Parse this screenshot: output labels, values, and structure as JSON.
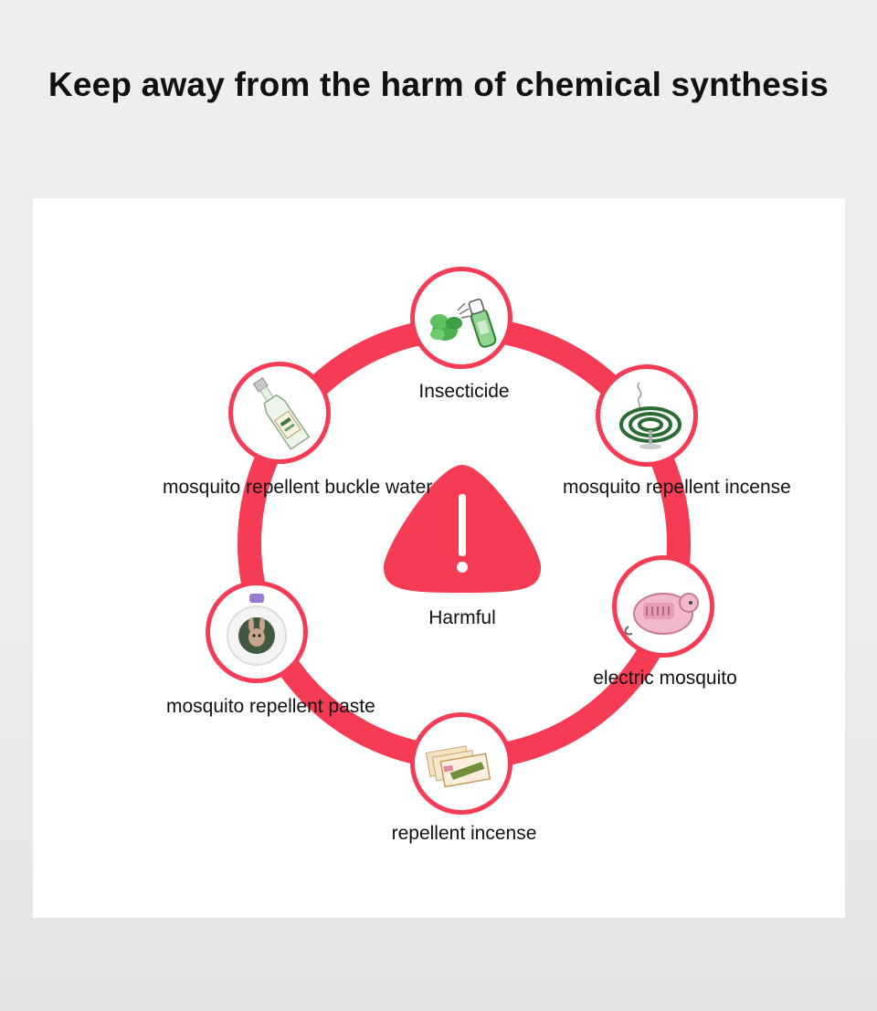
{
  "title": "Keep away from the harm of chemical synthesis",
  "center": {
    "label": "Harmful",
    "icon": "warning-icon"
  },
  "colors": {
    "accent": "#f63b55",
    "background": "#eeeeee",
    "panel": "#ffffff"
  },
  "items": [
    {
      "label": "Insecticide",
      "icon": "spray-bottle-icon"
    },
    {
      "label": "mosquito repellent incense",
      "icon": "coil-incense-icon"
    },
    {
      "label": "electric mosquito",
      "icon": "electric-repeller-icon"
    },
    {
      "label": "repellent incense",
      "icon": "incense-sheet-icon"
    },
    {
      "label": "mosquito repellent paste",
      "icon": "patch-icon"
    },
    {
      "label": "mosquito repellent buckle water",
      "icon": "floral-water-bottle-icon"
    }
  ]
}
